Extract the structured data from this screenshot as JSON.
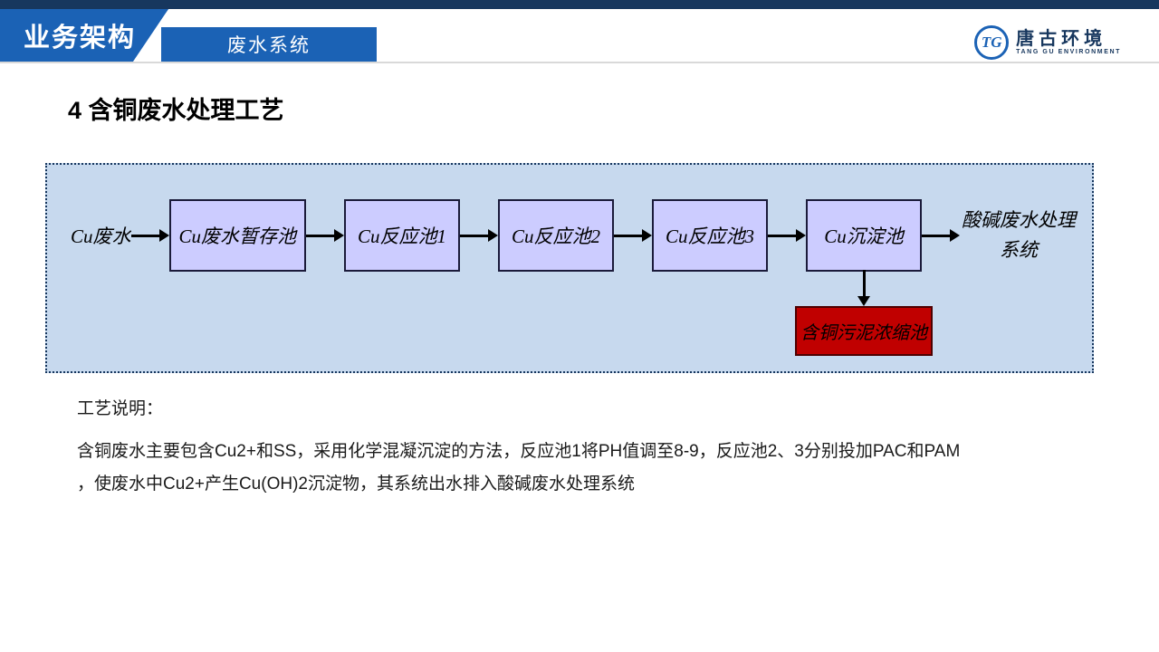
{
  "header": {
    "banner_title": "业务架构",
    "subtitle": "废水系统",
    "logo": {
      "monogram": "TG",
      "name_cn": "唐古环境",
      "name_en": "TANG GU ENVIRONMENT"
    }
  },
  "page": {
    "title": "4 含铜废水处理工艺"
  },
  "diagram": {
    "source_label": "Cu废水",
    "nodes": [
      "Cu废水暂存池",
      "Cu反应池1",
      "Cu反应池2",
      "Cu反应池3",
      "Cu沉淀池"
    ],
    "output_label": "酸碱废水处理系统",
    "sludge_node": "含铜污泥浓缩池",
    "colors": {
      "container_bg": "#c7d9ee",
      "container_border": "#17375e",
      "node_bg": "#ccccff",
      "node_border": "#1b1b3a",
      "sludge_bg": "#c00000",
      "arrow": "#000000"
    }
  },
  "notes": {
    "heading": "工艺说明：",
    "lines": [
      "含铜废水主要包含Cu2+和SS，采用化学混凝沉淀的方法，反应池1将PH值调至8-9，反应池2、3分别投加PAC和PAM",
      "，使废水中Cu2+产生Cu(OH)2沉淀物，其系统出水排入酸碱废水处理系统"
    ]
  },
  "theme": {
    "accent_blue": "#1b62b5",
    "dark_navy": "#17375e"
  }
}
